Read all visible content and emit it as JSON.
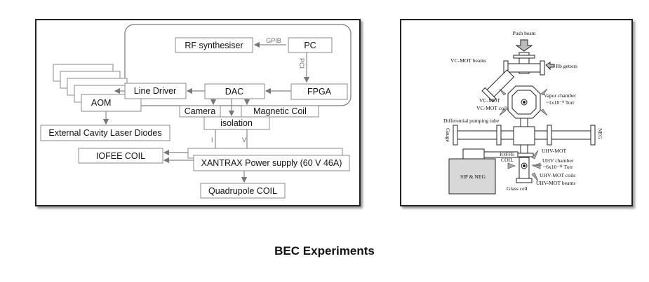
{
  "caption": "BEC Experiments",
  "block_diagram": {
    "rf_synth": "RF synthesiser",
    "pc": "PC",
    "gpib": "GPIB",
    "pci": "PCI",
    "fpga": "FPGA",
    "dac": "DAC",
    "line_driver": "Line Driver",
    "aom": "AOM",
    "camera": "Camera",
    "magnetic_coil": "Magnetic Coil",
    "isolation": "isolation",
    "i": "I",
    "v": "V",
    "ecld": "External Cavity Laser Diodes",
    "iofee": "IOFEE COIL",
    "xantrax": "XANTRAX Power supply (60 V 46A)",
    "quad": "Quadrupole COIL"
  },
  "apparatus": {
    "push_beam": "Push beam",
    "rb_getters": "Rb getters",
    "vc_mot_beams": "VC-MOT beams",
    "vc_mot": "VC-MOT",
    "vc_mot_coils": "VC-MOT coils",
    "vapor_chamber": "Vapor chamber",
    "vapor_pressure": "~1x10⁻⁸ Torr",
    "diff_tube": "Differential pumping tube",
    "gauge": "Gauge",
    "neg": "NEG",
    "ioffe_coil_1": "IOFFE",
    "ioffe_coil_2": "COIL",
    "sip_neg": "SIP & NEG",
    "uhv_mot": "UHV-MOT",
    "uhv_chamber": "UHV chamber",
    "uhv_pressure": "~6x10⁻¹¹ Torr",
    "uhv_mot_coils": "UHV-MOT coils",
    "glass_cell": "Glass cell",
    "uhv_mot_beams": "UHV-MOT beams"
  }
}
